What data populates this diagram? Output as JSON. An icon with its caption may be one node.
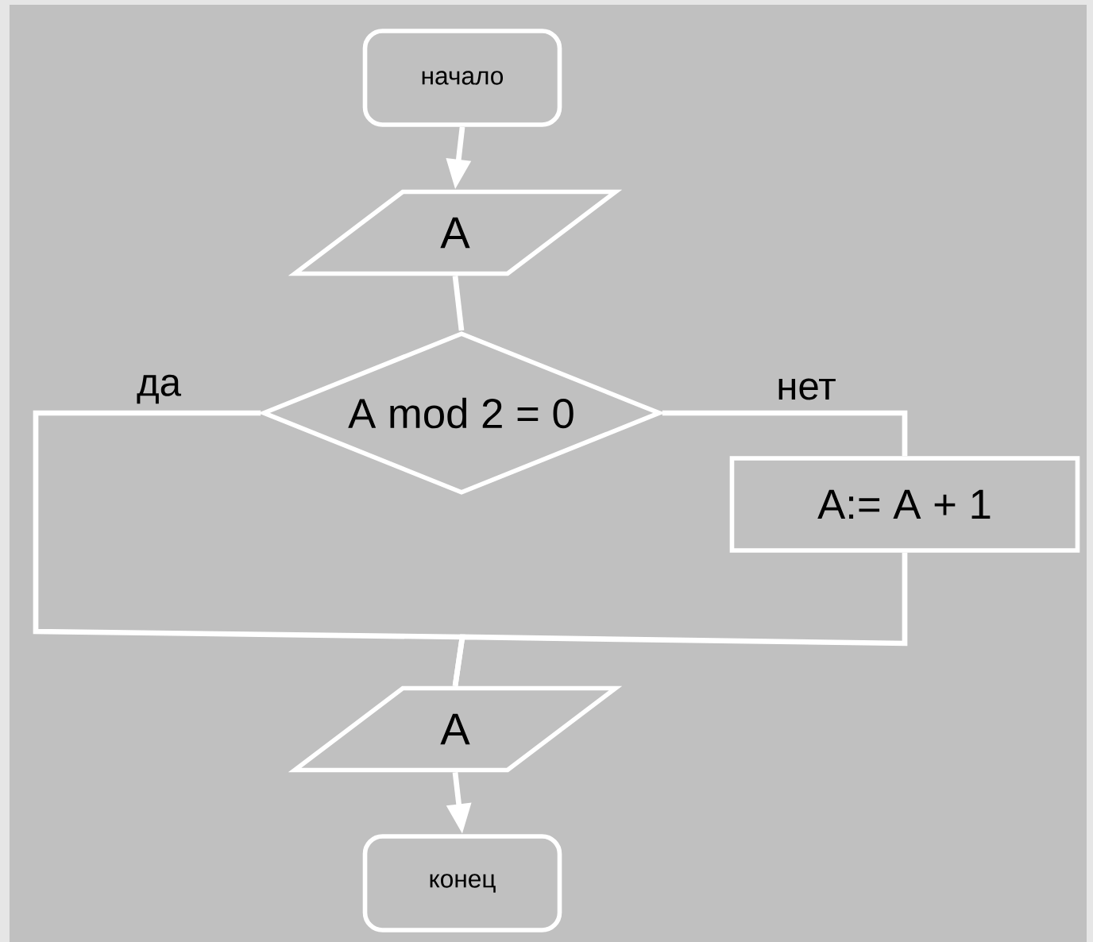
{
  "diagram": {
    "nodes": [
      {
        "text": [
          "начало"
        ]
      },
      {
        "text": [
          "A"
        ]
      },
      {
        "text": [
          "A mod 2 = 0"
        ]
      },
      {
        "text": [
          "A:= A + 1"
        ]
      },
      {
        "text": [
          "A"
        ]
      },
      {
        "text": [
          "конец"
        ]
      }
    ],
    "edges": [
      {
        "from": 0,
        "to": 1,
        "arrow": "to"
      },
      {
        "from": 1,
        "to": 2,
        "arrow": "none"
      },
      {
        "from": 2,
        "to": 4,
        "arrow": "none",
        "label": "да"
      },
      {
        "from": 2,
        "to": 3,
        "arrow": "none",
        "label": "нет"
      },
      {
        "from": 3,
        "to": 4,
        "arrow": "none"
      },
      {
        "from": 4,
        "to": 5,
        "arrow": "to"
      }
    ]
  }
}
